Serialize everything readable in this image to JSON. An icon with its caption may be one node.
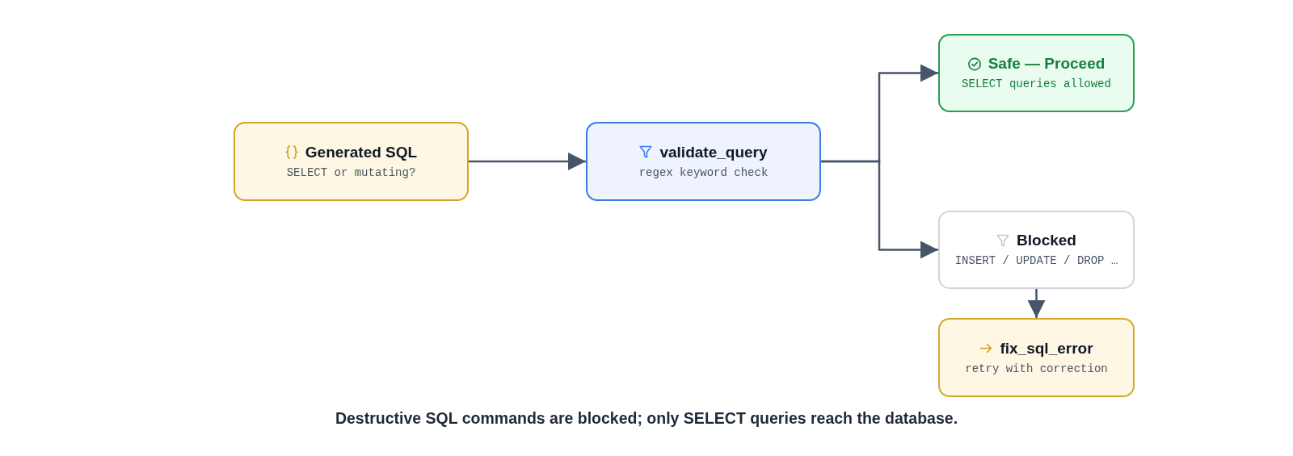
{
  "diagram": {
    "caption": "Destructive SQL commands are blocked; only SELECT queries reach the database.",
    "nodes": [
      {
        "text": [
          "Generated SQL",
          "SELECT or mutating?"
        ]
      },
      {
        "text": [
          "validate_query",
          "regex keyword check"
        ]
      },
      {
        "text": [
          "Safe — Proceed",
          "SELECT queries allowed"
        ]
      },
      {
        "text": [
          "Blocked",
          "INSERT / UPDATE / DROP …"
        ]
      },
      {
        "text": [
          "fix_sql_error",
          "retry with correction"
        ]
      }
    ],
    "edges": [
      {
        "from": 0,
        "to": 1,
        "arrow": "to"
      },
      {
        "from": 1,
        "to": 2,
        "arrow": "to"
      },
      {
        "from": 1,
        "to": 3,
        "arrow": "to"
      },
      {
        "from": 3,
        "to": 4,
        "arrow": "to"
      }
    ]
  }
}
